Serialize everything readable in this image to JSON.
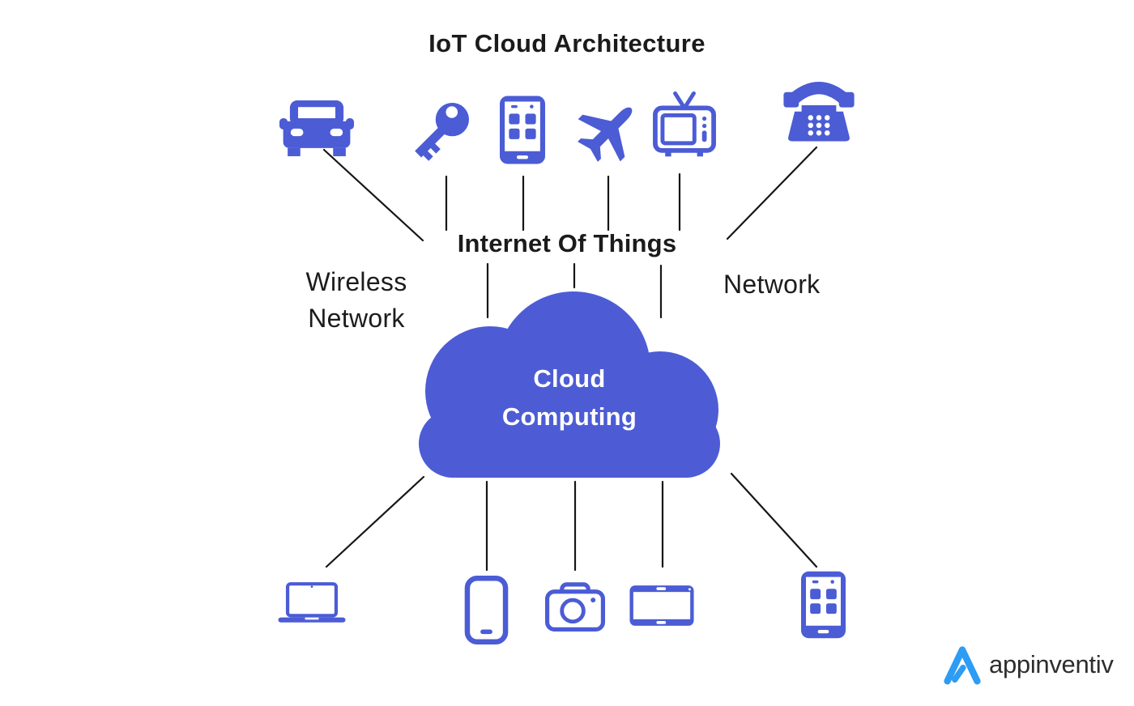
{
  "title": "IoT Cloud Architecture",
  "center": {
    "iot_label": "Internet Of Things"
  },
  "side_labels": {
    "left_line1": "Wireless",
    "left_line2": "Network",
    "right": "Network"
  },
  "cloud": {
    "line1": "Cloud",
    "line2": "Computing"
  },
  "devices": {
    "top": [
      "car",
      "key",
      "smartphone",
      "airplane",
      "television",
      "telephone"
    ],
    "bottom": [
      "laptop",
      "mobile-phone",
      "camera",
      "tablet",
      "smartphone"
    ]
  },
  "colors": {
    "device_blue": "#4B5CD5",
    "cloud_blue": "#4D5CD5",
    "line_black": "#161616",
    "text_black": "#1B1B1B",
    "cloud_text_white": "#FFFFFF",
    "logo_blue": "#2D9CF4",
    "logo_text_dark": "#2D2D2D"
  },
  "logo": {
    "brand": "appinventiv"
  }
}
